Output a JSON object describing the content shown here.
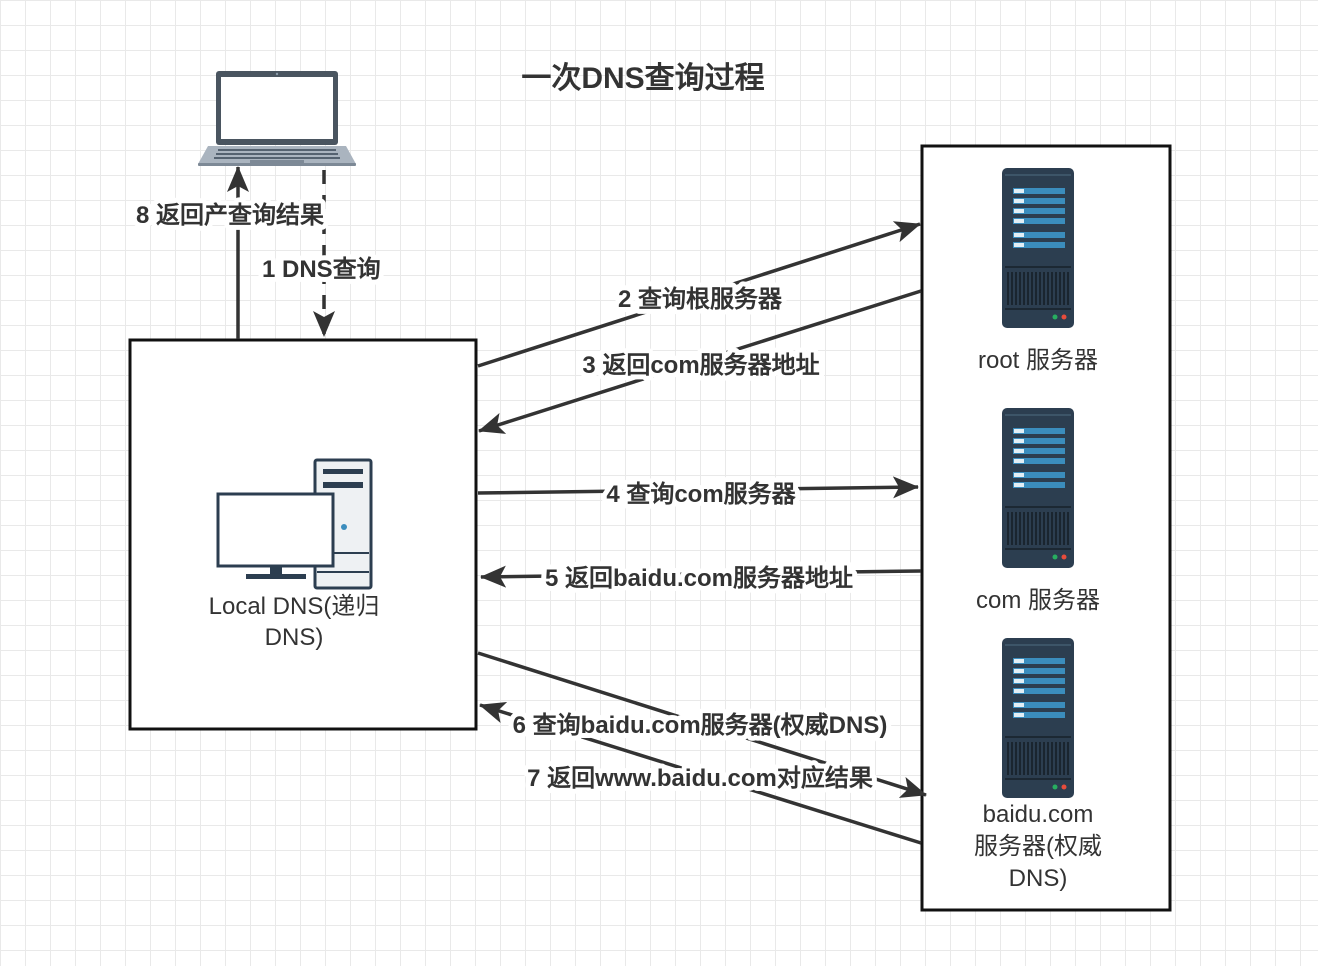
{
  "title": "一次DNS查询过程",
  "nodes": {
    "local_dns": {
      "label_line1": "Local DNS(递归",
      "label_line2": "DNS)"
    },
    "root": {
      "label": "root 服务器"
    },
    "com": {
      "label": "com 服务器"
    },
    "baidu": {
      "label_line1": "baidu.com",
      "label_line2": "服务器(权威",
      "label_line3": "DNS)"
    }
  },
  "steps": {
    "s1": "1 DNS查询",
    "s2": "2 查询根服务器",
    "s3": "3 返回com服务器地址",
    "s4": "4 查询com服务器",
    "s5": "5 返回baidu.com服务器地址",
    "s6": "6 查询baidu.com服务器(权威DNS)",
    "s7": "7 返回www.baidu.com对应结果",
    "s8": "8 返回产查询结果"
  },
  "colors": {
    "stroke": "#333333",
    "server_body": "#2c3e50",
    "server_bar": "#3b8dbd",
    "led_green": "#27ae60",
    "led_red": "#e74c3c"
  }
}
